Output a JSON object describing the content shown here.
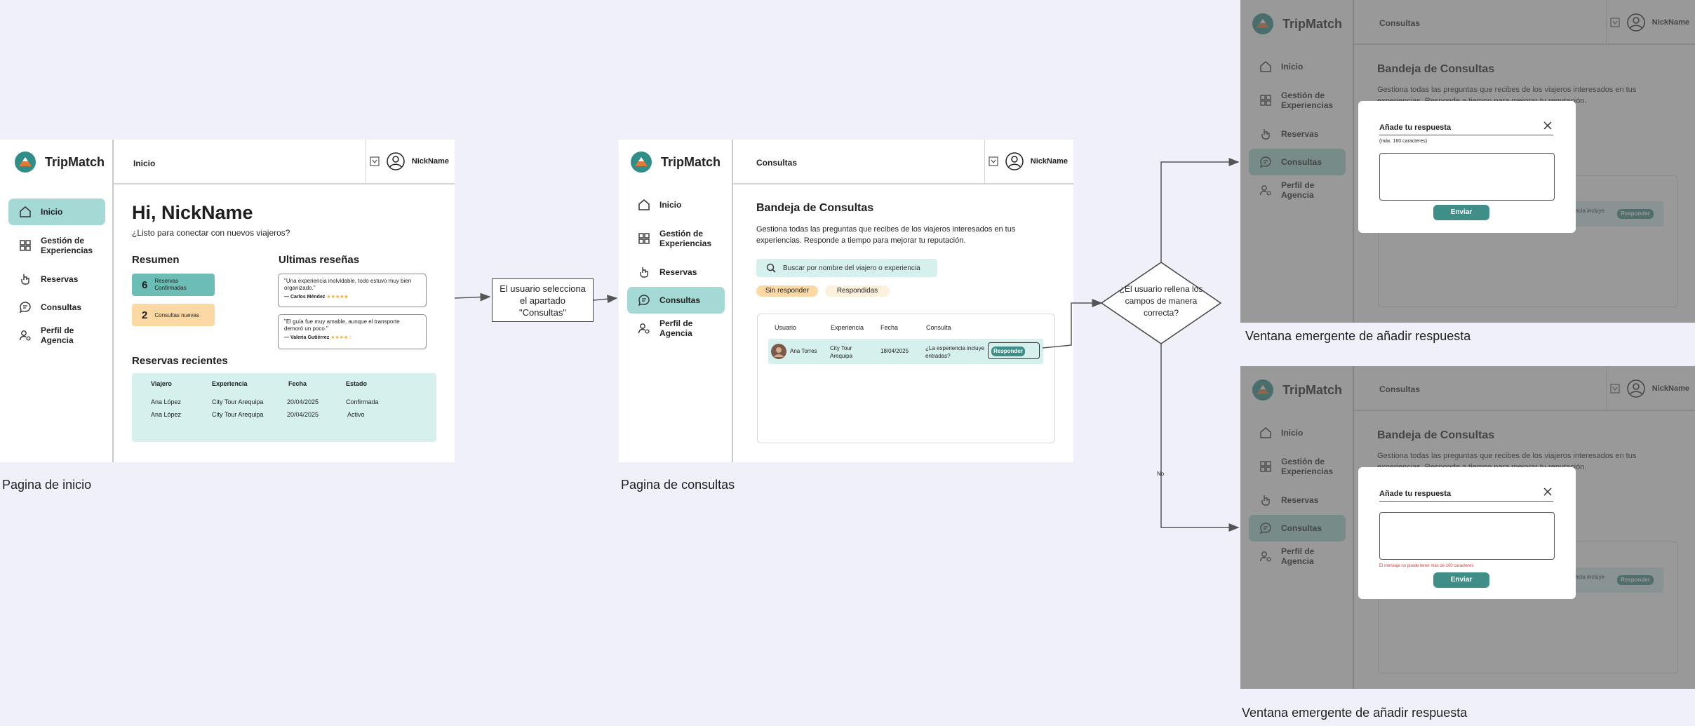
{
  "brand": {
    "name": "TripMatch"
  },
  "user": {
    "nickname": "NickName"
  },
  "nav": {
    "home": "Inicio",
    "experiences": "Gestión de Experiencias",
    "bookings": "Reservas",
    "queries": "Consultas",
    "profile": "Perfil de Agencia"
  },
  "home": {
    "topbar_title": "Inicio",
    "greeting": "Hi, NickName",
    "subtitle": "¿Listo para conectar con nuevos viajeros?",
    "summary_title": "Resumen",
    "summary": [
      {
        "count": "6",
        "label": "Reservas Confirmadas"
      },
      {
        "count": "2",
        "label": "Consultas nuevas"
      }
    ],
    "reviews_title": "Ultimas reseñas",
    "reviews": [
      {
        "text": "\"Una experiencia inolvidable, todo estuvo muy bien organizado.\"",
        "author": "— Carlos Méndez",
        "stars": "★★★★★"
      },
      {
        "text": "\"El guía fue muy amable, aunque el transporte demoró un poco.\"",
        "author": "— Valeria Gutiérrez",
        "stars": "★★★★☆"
      }
    ],
    "recent_title": "Reservas recientes",
    "table_headers": [
      "Viajero",
      "Experiencia",
      "Fecha",
      "Estado"
    ],
    "table_rows": [
      [
        "Ana López",
        "City Tour Arequipa",
        "20/04/2025",
        "Confirmada"
      ],
      [
        "Ana López",
        "City Tour Arequipa",
        "20/04/2025",
        "Activo"
      ]
    ]
  },
  "queries": {
    "topbar_title": "Consultas",
    "title": "Bandeja de Consultas",
    "description": "Gestiona todas las preguntas que recibes de los viajeros interesados en tus experiencias. Responde a tiempo para mejorar tu reputación.",
    "search_placeholder": "Buscar por nombre del viajero o experiencia",
    "tab_unanswered": "Sin responder",
    "tab_answered": "Respondidas",
    "table_headers": [
      "Usuario",
      "Experiencia",
      "Fecha",
      "Consulta"
    ],
    "row": {
      "user": "Ana Torres",
      "experience": "City Tour Arequipa",
      "date": "18/04/2025",
      "question": "¿La experiencia incluye entradas?",
      "action": "Responder"
    }
  },
  "modal": {
    "title": "Añade tu respuesta",
    "hint": "(máx. 160 caracteres)",
    "error": "El mensaje no puede tener más de 160 caracteres",
    "submit": "Enviar"
  },
  "flow": {
    "step_text": "El usuario selecciona el apartado \"Consultas\"",
    "decision": "¿El usuario rellena los campos de manera correcta?",
    "no_label": "No"
  },
  "captions": {
    "home": "Pagina de inicio",
    "queries": "Pagina de consultas",
    "modal_ok": "Ventana emergente de añadir respuesta",
    "modal_error": "Ventana emergente de añadir respuesta"
  },
  "colors": {
    "accent": "#3f8f88",
    "nav_active": "#a5d9d6",
    "teal_light": "#d6f0ee",
    "orange": "#fcd9a4",
    "bg": "#f0f0fb"
  }
}
